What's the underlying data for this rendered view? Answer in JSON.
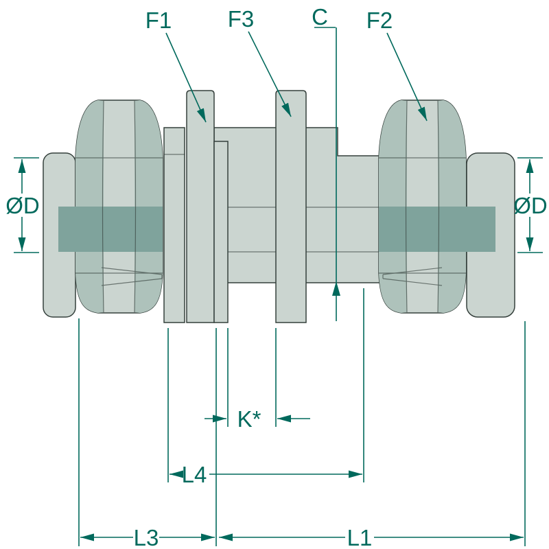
{
  "diagram": {
    "labels": {
      "f1": "F1",
      "f3": "F3",
      "c": "C",
      "f2": "F2",
      "diameter_left": "ØD",
      "diameter_right": "ØD",
      "k": "K*",
      "l4": "L4",
      "l3": "L3",
      "l1": "L1"
    },
    "colors": {
      "dimension": "#00695C",
      "outline": "#35403C",
      "body_light": "#CBD5D0",
      "body_mid": "#AEC2BB",
      "body_dark": "#7FA39C",
      "background": "#FFFFFF"
    }
  }
}
